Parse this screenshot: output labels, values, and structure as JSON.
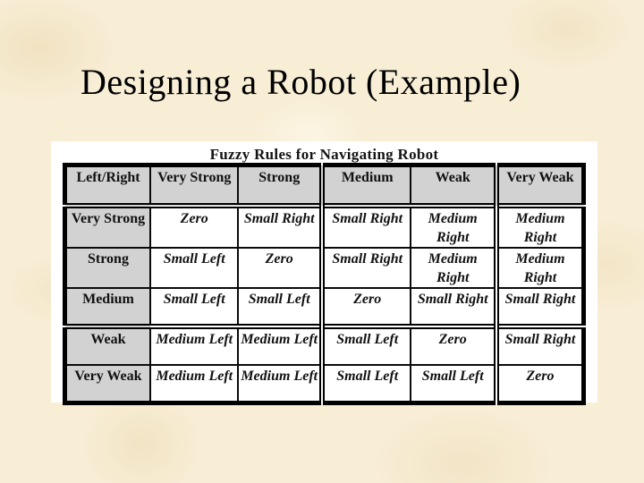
{
  "slide": {
    "title": "Designing a Robot (Example)"
  },
  "table": {
    "caption": "Fuzzy Rules for Navigating Robot",
    "corner_header": "Left/Right",
    "col_headers": [
      "Very Strong",
      "Strong",
      "Medium",
      "Weak",
      "Very Weak"
    ],
    "rows": [
      {
        "header": "Very Strong",
        "cells": [
          "Zero",
          "Small Right",
          "Small Right",
          "Medium Right",
          "Medium Right"
        ]
      },
      {
        "header": "Strong",
        "cells": [
          "Small Left",
          "Zero",
          "Small Right",
          "Medium Right",
          "Medium Right"
        ]
      },
      {
        "header": "Medium",
        "cells": [
          "Small Left",
          "Small Left",
          "Zero",
          "Small Right",
          "Small Right"
        ]
      },
      {
        "header": "Weak",
        "cells": [
          "Medium Left",
          "Medium Left",
          "Small Left",
          "Zero",
          "Small Right"
        ]
      },
      {
        "header": "Very Weak",
        "cells": [
          "Medium Left",
          "Medium Left",
          "Small Left",
          "Small Left",
          "Zero"
        ]
      }
    ]
  },
  "colors": {
    "background_cream": "#f8eed6",
    "panel_white": "#ffffff",
    "header_gray": "#d2d2d2",
    "border_black": "#000000",
    "text_black": "#111111"
  }
}
